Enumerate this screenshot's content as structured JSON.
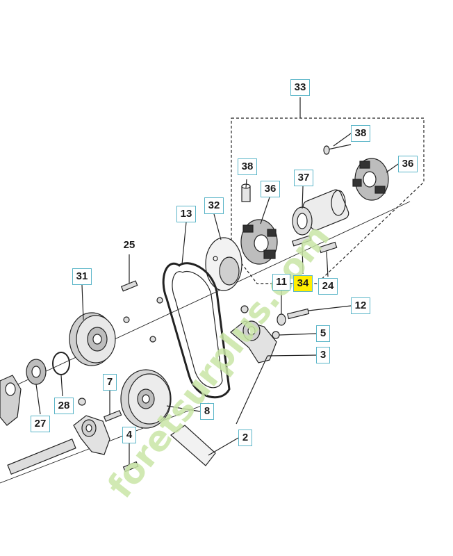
{
  "watermark": {
    "text": "foretsurplus.com",
    "colors": {
      "main": "#c9e6a6",
      "accent": "#f5b86a"
    }
  },
  "colors": {
    "callout_border": "#5ab5c8",
    "highlight": "#ffee00",
    "line": "#222222"
  },
  "callouts": [
    {
      "id": "c33",
      "label": "33"
    },
    {
      "id": "c38a",
      "label": "38"
    },
    {
      "id": "c36a",
      "label": "36"
    },
    {
      "id": "c38b",
      "label": "38"
    },
    {
      "id": "c36b",
      "label": "36"
    },
    {
      "id": "c37",
      "label": "37"
    },
    {
      "id": "c13",
      "label": "13"
    },
    {
      "id": "c32",
      "label": "32"
    },
    {
      "id": "c25",
      "label": "25"
    },
    {
      "id": "c31",
      "label": "31"
    },
    {
      "id": "c11",
      "label": "11"
    },
    {
      "id": "c34",
      "label": "34",
      "highlighted": true
    },
    {
      "id": "c24",
      "label": "24"
    },
    {
      "id": "c12",
      "label": "12"
    },
    {
      "id": "c5",
      "label": "5"
    },
    {
      "id": "c3",
      "label": "3"
    },
    {
      "id": "c7",
      "label": "7"
    },
    {
      "id": "c28",
      "label": "28"
    },
    {
      "id": "c27",
      "label": "27"
    },
    {
      "id": "c8",
      "label": "8"
    },
    {
      "id": "c4",
      "label": "4"
    },
    {
      "id": "c2",
      "label": "2"
    }
  ]
}
